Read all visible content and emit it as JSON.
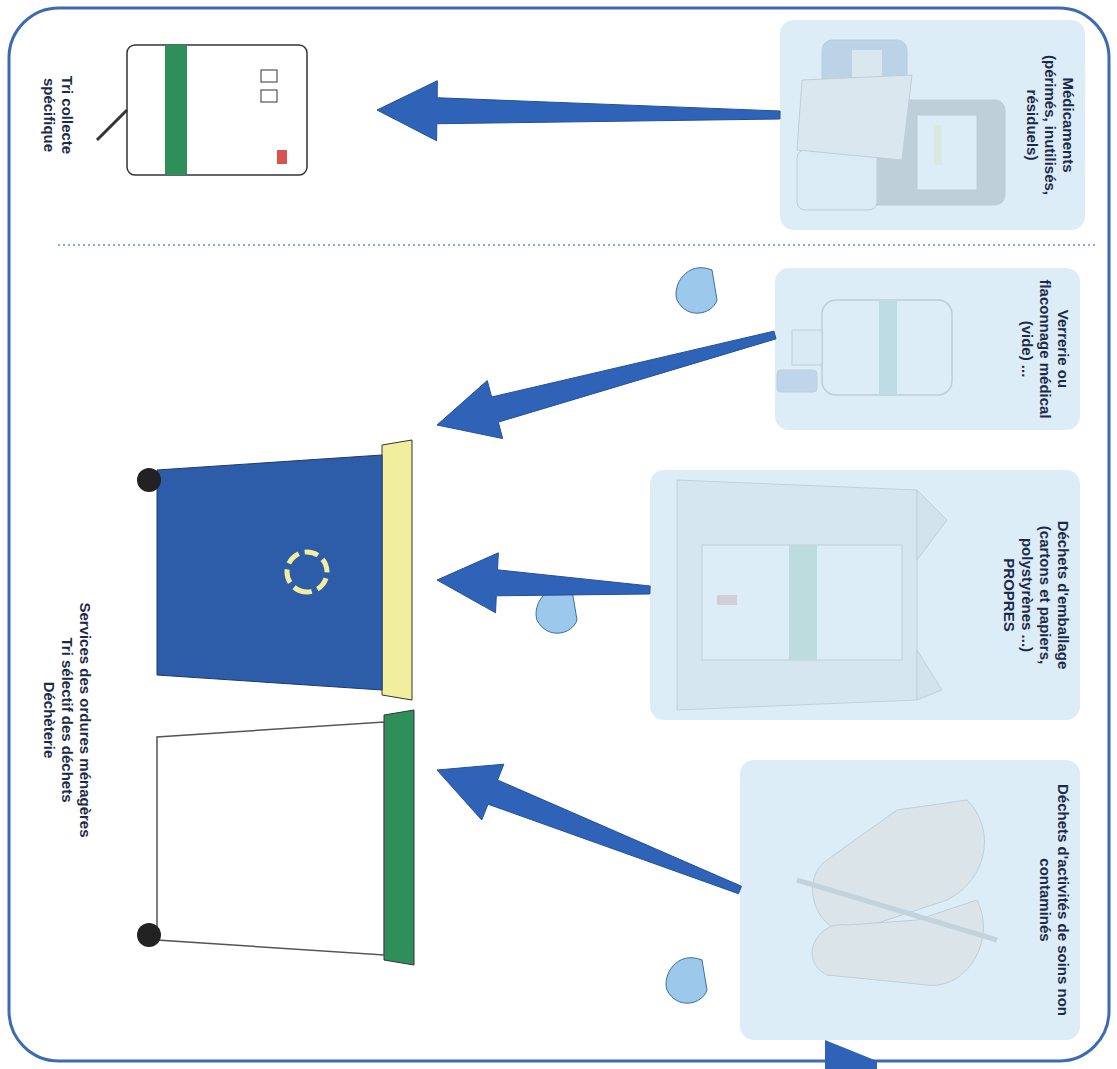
{
  "diagram": {
    "nodes": [
      {
        "text": [
          "Médicaments",
          "(périmés, inutilisés, résiduels)"
        ]
      },
      {
        "text": [
          "Verrerie ou flaconnage médical (vide) ..."
        ]
      },
      {
        "text": [
          "Déchets d'emballage",
          "(cartons et papiers, polystyrènes ...)",
          "PROPRES"
        ]
      },
      {
        "text": [
          "Déchets d'activités de soins non contaminés"
        ]
      },
      {
        "text": [
          "Tri collecte spécifique"
        ]
      },
      {
        "text": [
          "Services des ordures ménagères",
          "Tri sélectif des déchets",
          "Déchèterie"
        ]
      }
    ],
    "edges": [
      {
        "from": 0,
        "to": 4,
        "arrow": "to"
      },
      {
        "from": 1,
        "to": 5,
        "arrow": "to"
      },
      {
        "from": 2,
        "to": 5,
        "arrow": "to"
      },
      {
        "from": 3,
        "to": 5,
        "arrow": "to"
      }
    ]
  }
}
